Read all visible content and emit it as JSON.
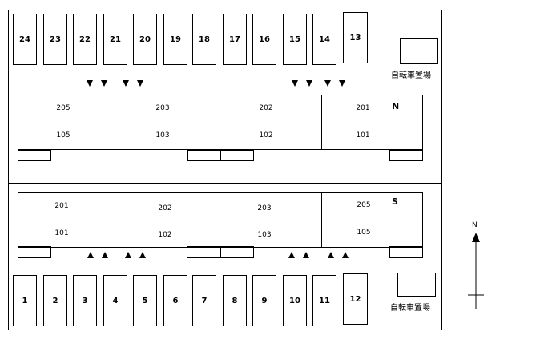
{
  "north_block": {
    "parking": [
      "24",
      "23",
      "22",
      "21",
      "20",
      "19",
      "18",
      "17",
      "16",
      "15",
      "14",
      "13"
    ],
    "bike_label": "自転車置場",
    "upper_units": [
      "205",
      "203",
      "202",
      "201"
    ],
    "lower_units": [
      "105",
      "103",
      "102",
      "101"
    ],
    "label": "N"
  },
  "south_block": {
    "parking": [
      "1",
      "2",
      "3",
      "4",
      "5",
      "6",
      "7",
      "8",
      "9",
      "10",
      "11",
      "12"
    ],
    "bike_label": "自転車置場",
    "upper_units": [
      "201",
      "202",
      "203",
      "205"
    ],
    "lower_units": [
      "101",
      "102",
      "103",
      "105"
    ],
    "label": "S"
  },
  "compass": {
    "label": "N"
  }
}
